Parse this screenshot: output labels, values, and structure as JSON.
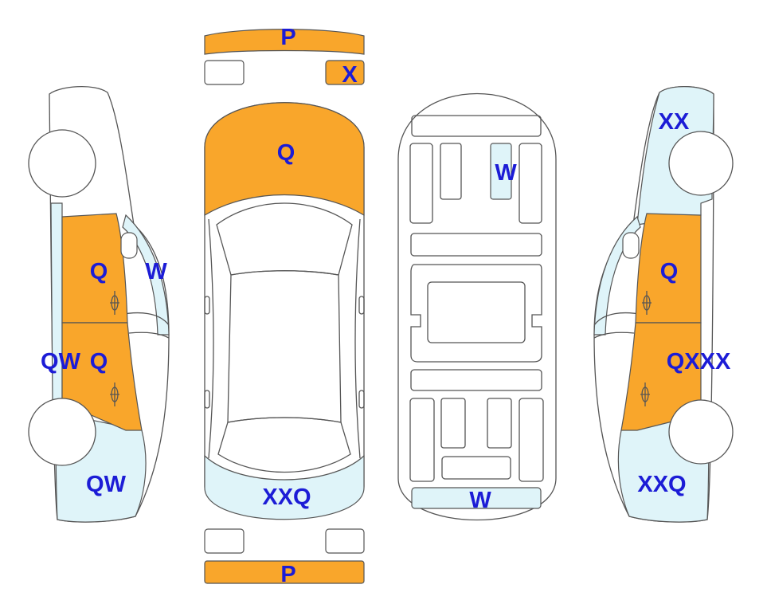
{
  "colors": {
    "orange": "#f9a62b",
    "light_blue": "#dff4f9",
    "label": "#1c1cd6",
    "outline": "#555555"
  },
  "labels": {
    "front_bumper": "P",
    "left_headlamp": "X",
    "hood": "Q",
    "rear_bumper_cover": "XXQ",
    "rear_bumper": "P",
    "left_front_door": "Q",
    "left_a_pillar": "W",
    "left_rear_door": "Q",
    "left_sill": "QW",
    "left_quarter": "QW",
    "roof_panel": "W",
    "trunk_panel": "W",
    "right_front_fender": "XX",
    "right_front_door": "Q",
    "right_rear_door": "QXXX",
    "right_quarter": "XXQ"
  }
}
